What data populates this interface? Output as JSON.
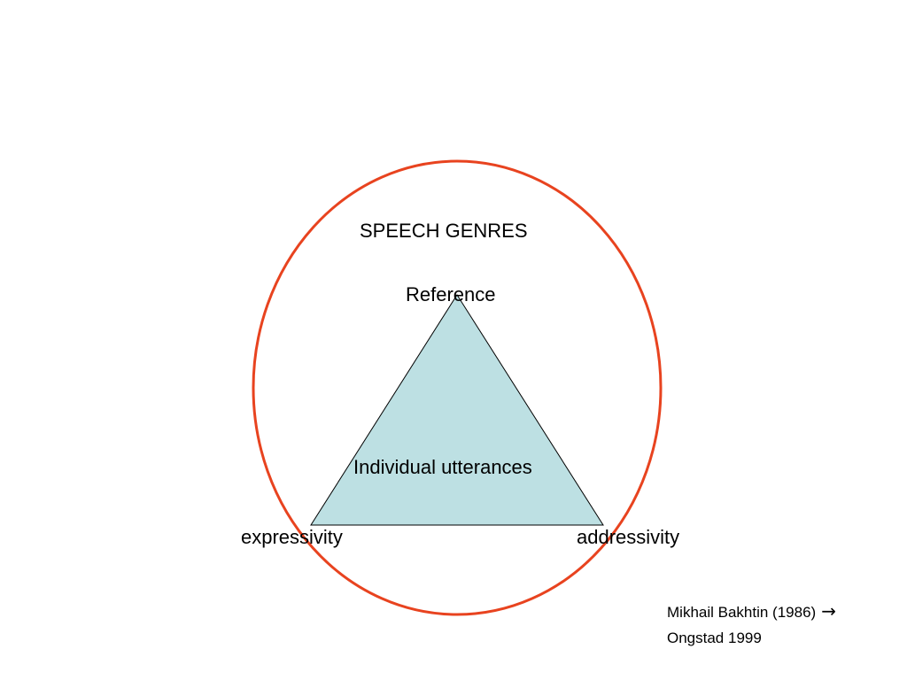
{
  "diagram": {
    "title": "SPEECH GENRES",
    "apex_top": "Reference",
    "apex_left": "expressivity",
    "apex_right": "addressivity",
    "center_label": "Individual utterances"
  },
  "citations": {
    "line1": "Mikhail Bakhtin (1986)",
    "line1_icon": "arrow-right-icon",
    "line2": "Ongstad 1999"
  },
  "colors": {
    "circle_stroke": "#e8431f",
    "triangle_fill": "#bde0e3",
    "triangle_stroke": "#000000"
  }
}
